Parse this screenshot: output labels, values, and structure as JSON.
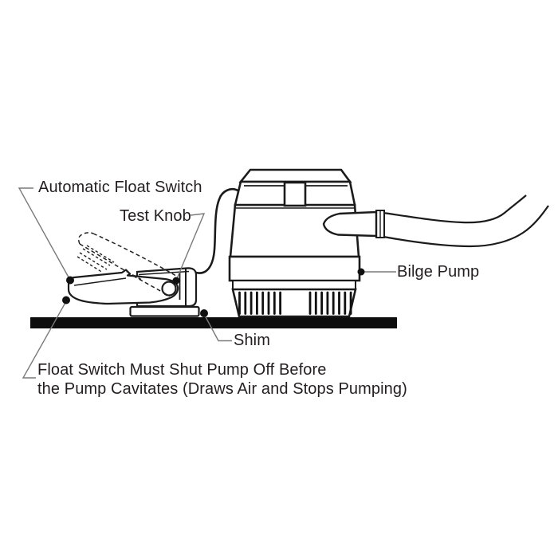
{
  "diagram": {
    "type": "technical-illustration",
    "subject": "Bilge pump installation with automatic float switch on a mounting board"
  },
  "callouts": [
    {
      "id": "automatic-float-switch",
      "label": "Automatic Float Switch"
    },
    {
      "id": "test-knob",
      "label": "Test Knob"
    },
    {
      "id": "bilge-pump",
      "label": "Bilge Pump"
    },
    {
      "id": "shim",
      "label": "Shim"
    }
  ],
  "warning": {
    "line1": "Float Switch Must Shut Pump Off Before",
    "line2": "the Pump Cavitates (Draws Air and Stops Pumping)"
  },
  "colors": {
    "background": "#ffffff",
    "line": "#1b1b1b",
    "board_fill": "#0d0d0d",
    "leader_line": "#7a7a7a",
    "text": "#231f20"
  }
}
